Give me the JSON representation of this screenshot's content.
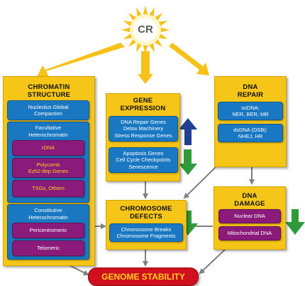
{
  "sun": {
    "label": "CR",
    "color": "#f6c21a"
  },
  "chromatin": {
    "title": [
      "CHROMATIN",
      "STRUCTURE"
    ],
    "nucleolus": [
      "Nucleolus Global",
      "Compaction"
    ],
    "facultative": {
      "title": [
        "Facultative",
        "Heterochromatin"
      ],
      "items": [
        [
          "rDNA"
        ],
        [
          "Polycomb",
          "Ezh2-dep Genes"
        ],
        [
          "TSGs, Others"
        ]
      ]
    },
    "constitutive": {
      "title": [
        "Constitutive",
        "Heterochromatin"
      ],
      "items": [
        [
          "Pericentromeric"
        ],
        [
          "Telomeric"
        ]
      ]
    }
  },
  "gene_expression": {
    "title": [
      "GENE",
      "EXPRESSION"
    ],
    "up": [
      "DNA Repair Genes",
      "Detox Machinery",
      "Stress Response Genes"
    ],
    "down": [
      "Apoptosis Genes",
      "Cell Cycle Checkpoints",
      "Senescence"
    ]
  },
  "dna_repair": {
    "title": [
      "DNA",
      "REPAIR"
    ],
    "ss": [
      "ssDNA:",
      "NER, BER, MR"
    ],
    "ds": [
      "dsDNA (DSB):",
      "NHEJ, HR"
    ]
  },
  "chromosome_defects": {
    "title": [
      "CHROMOSOME",
      "DEFECTS"
    ],
    "items": [
      "Chromosome Breaks",
      "Chromosome Fragments"
    ]
  },
  "dna_damage": {
    "title": [
      "DNA",
      "DAMAGE"
    ],
    "items": [
      "Nuclear DNA",
      "Mitochondrial DNA"
    ]
  },
  "genome_stability": "GENOME STABILITY",
  "colors": {
    "box": "#f5c518",
    "blue": "#1a78c2",
    "purple": "#8a1b7a",
    "up_arrow": "#1f3f95",
    "down_arrow": "#2f9a3a",
    "connector": "#7f7f7f",
    "sun_arrow": "#f6c21a",
    "genome": "#d0101f",
    "genome_text": "#ffd21a"
  }
}
